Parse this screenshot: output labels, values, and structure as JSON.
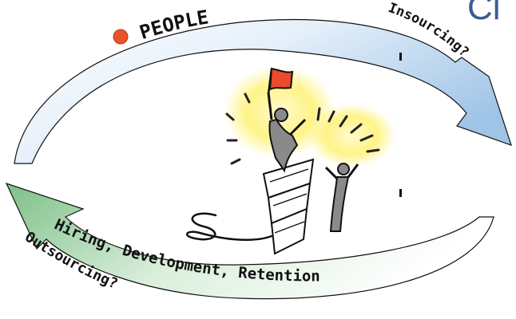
{
  "corner_fragment": "Cl",
  "labels": {
    "people": "PEOPLE",
    "insourcing": "Insourcing?",
    "hiring": "Hiring, Development, Retention",
    "outsourcing": "Outsourcing?"
  },
  "colors": {
    "arrow_blue_light": "#f4f9fd",
    "arrow_blue_dark": "#9fc4e6",
    "arrow_green_light": "#f5fbf5",
    "arrow_green_dark": "#7fc089",
    "bullet": "#e8542a",
    "glow": "#fff27a",
    "flag": "#e94b2c",
    "corner_text": "#3d5a93"
  },
  "icons": {
    "people_bullet": "orange-dot-icon",
    "illustration": "climber-with-flag-illustration"
  }
}
